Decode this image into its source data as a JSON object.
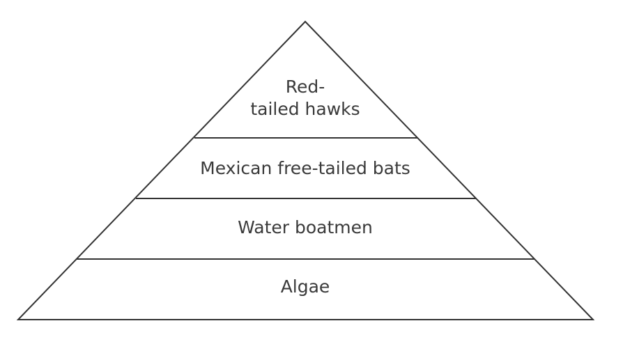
{
  "pyramid": {
    "levels": [
      {
        "label_lines": [
          "Red-",
          "tailed hawks"
        ]
      },
      {
        "label_lines": [
          "Mexican free-tailed bats"
        ]
      },
      {
        "label_lines": [
          "Water boatmen"
        ]
      },
      {
        "label_lines": [
          "Algae"
        ]
      }
    ]
  },
  "colors": {
    "stroke": "#333333",
    "text": "#3a3a3a",
    "background": "#ffffff"
  }
}
